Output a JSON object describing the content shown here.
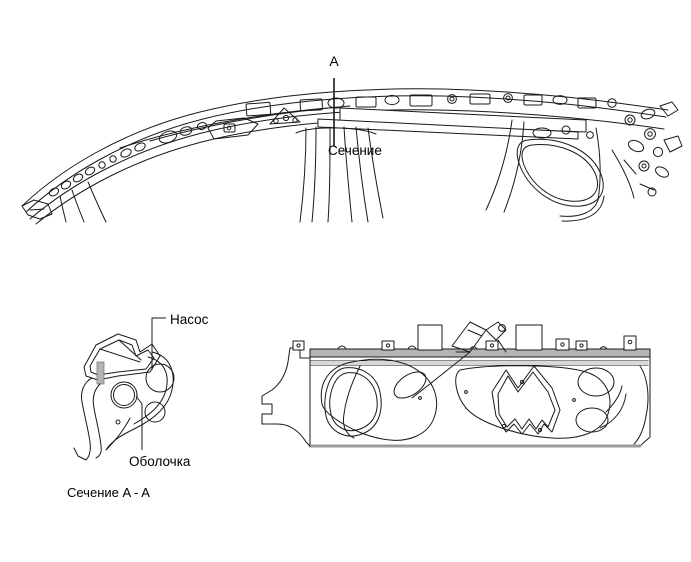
{
  "figure": {
    "title": "Roof side rail curtain shield airbag assembly diagram",
    "background_color": "#ffffff",
    "line_color": "#1a1a1a",
    "shade_color": "#b0b0b0"
  },
  "labels": {
    "section_marker": "A",
    "section_callout": "Сечение",
    "pump": "Насос",
    "shell": "Оболочка",
    "section_caption": "Сечение A - A"
  },
  "views": {
    "top": {
      "name": "roof-side-rail-assembly-view"
    },
    "section": {
      "name": "section-a-a-detail-view"
    },
    "module": {
      "name": "airbag-module-view"
    }
  }
}
